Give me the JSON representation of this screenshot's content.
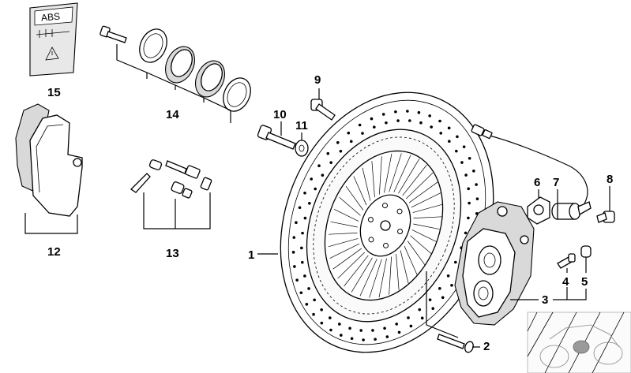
{
  "callouts": {
    "c1": "1",
    "c2": "2",
    "c3": "3",
    "c4": "4",
    "c5": "5",
    "c6": "6",
    "c7": "7",
    "c8": "8",
    "c9": "9",
    "c10": "10",
    "c11": "11",
    "c12": "12",
    "c13": "13",
    "c14": "14",
    "c15": "15"
  },
  "abs_label": {
    "text": "ABS"
  }
}
